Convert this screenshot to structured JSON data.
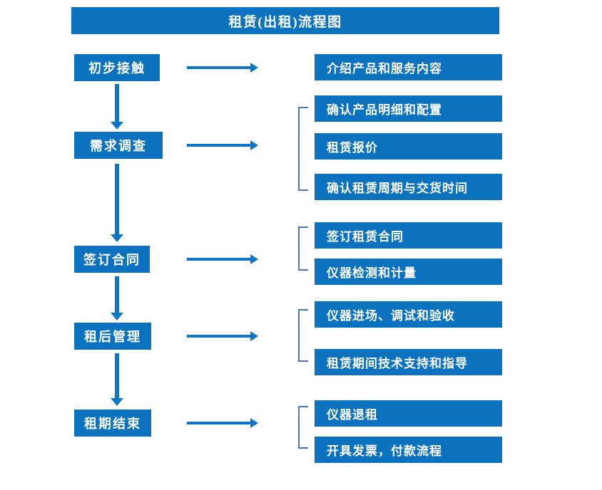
{
  "diagram": {
    "title": "租赁(出租)流程图",
    "colors": {
      "box_fill": "#0b72c0",
      "box_text": "#ffffff",
      "arrow": "#0f76c5",
      "bracket": "#4a7ab0",
      "background": "#ffffff"
    },
    "stages": [
      {
        "id": "stage-1",
        "label": "初步接触"
      },
      {
        "id": "stage-2",
        "label": "需求调查"
      },
      {
        "id": "stage-3",
        "label": "签订合同"
      },
      {
        "id": "stage-4",
        "label": "租后管理"
      },
      {
        "id": "stage-5",
        "label": "租期结束"
      }
    ],
    "details": [
      {
        "id": "detail-1-1",
        "label": "介绍产品和服务内容",
        "group": 1
      },
      {
        "id": "detail-2-1",
        "label": "确认产品明细和配置",
        "group": 2
      },
      {
        "id": "detail-2-2",
        "label": "租赁报价",
        "group": 2
      },
      {
        "id": "detail-2-3",
        "label": "确认租赁周期与交货时间",
        "group": 2
      },
      {
        "id": "detail-3-1",
        "label": "签订租赁合同",
        "group": 3
      },
      {
        "id": "detail-3-2",
        "label": "仪器检测和计量",
        "group": 3
      },
      {
        "id": "detail-4-1",
        "label": "仪器进场、调试和验收",
        "group": 4
      },
      {
        "id": "detail-4-2",
        "label": "租赁期间技术支持和指导",
        "group": 4
      },
      {
        "id": "detail-5-1",
        "label": "仪器退租",
        "group": 5
      },
      {
        "id": "detail-5-2",
        "label": "开具发票，付款流程",
        "group": 5
      }
    ]
  }
}
